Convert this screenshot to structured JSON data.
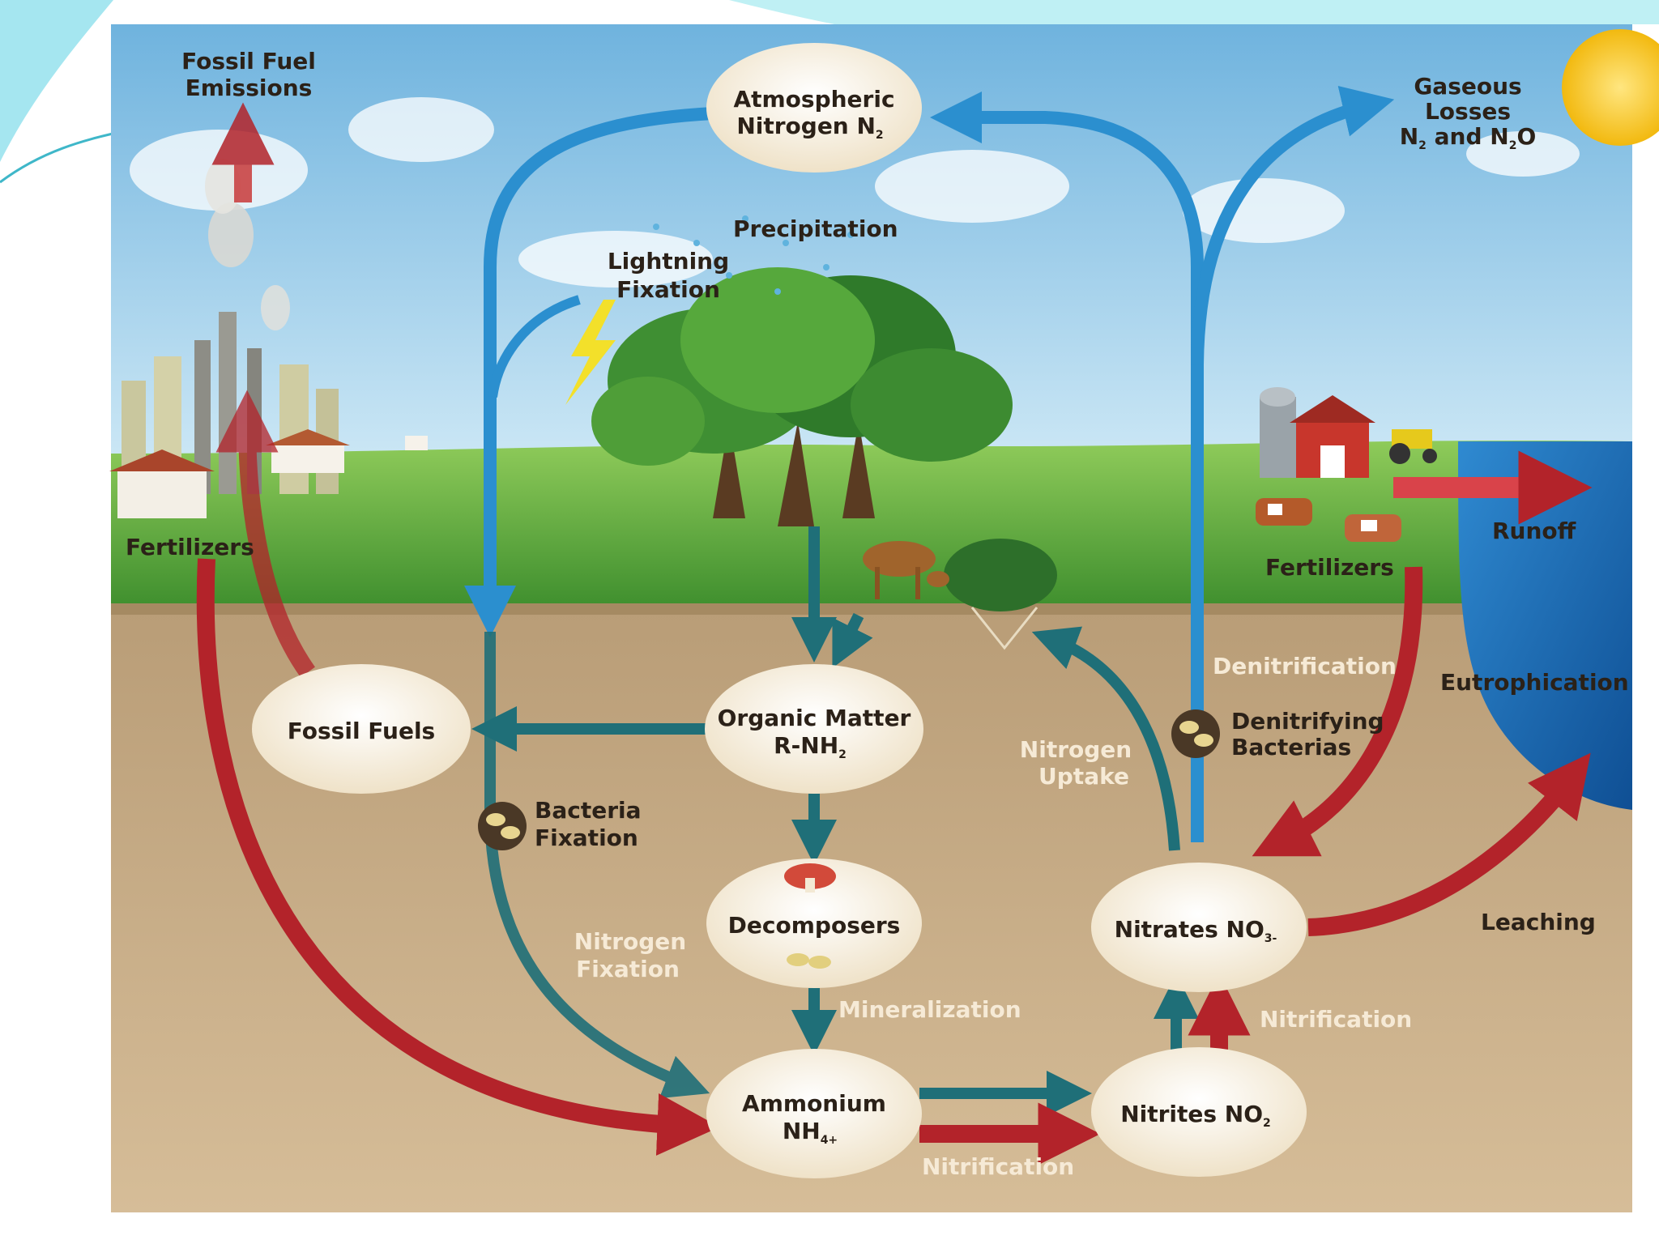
{
  "title": "",
  "nodes": {
    "atmospheric": {
      "line1": "Atmospheric",
      "line2": "Nitrogen N",
      "sub2": "2"
    },
    "fossil_fuels": {
      "line1": "Fossil Fuels"
    },
    "organic": {
      "line1": "Organic Matter",
      "line2": "R-NH",
      "sub2": "2"
    },
    "decomposers": {
      "line1": "Decomposers"
    },
    "ammonium": {
      "line1": "Ammonium",
      "line2": "NH",
      "sub2": "4+"
    },
    "nitrites": {
      "line1": "Nitrites NO",
      "sub1": "2"
    },
    "nitrates": {
      "line1": "Nitrates NO",
      "sub1": "3-"
    }
  },
  "labels": {
    "fossil_fuel_emissions": [
      "Fossil Fuel",
      "Emissions"
    ],
    "gaseous_losses": [
      "Gaseous",
      "Losses"
    ],
    "gaseous_losses_formula": {
      "n": "N",
      "n_sub": "2",
      "and": " and N",
      "n2o_sub": "2",
      "o": "O"
    },
    "precipitation": "Precipitation",
    "lightning_fixation": [
      "Lightning",
      "Fixation"
    ],
    "fertilizers_left": "Fertilizers",
    "fertilizers_right": "Fertilizers",
    "runoff": "Runoff",
    "denitrification": "Denitrification",
    "eutrophication": "Eutrophication",
    "denitrifying_bacterias": [
      "Denitrifying",
      "Bacterias"
    ],
    "nitrogen_uptake": [
      "Nitrogen",
      "Uptake"
    ],
    "bacteria_fixation": [
      "Bacteria",
      "Fixation"
    ],
    "nitrogen_fixation": [
      "Nitrogen",
      "Fixation"
    ],
    "mineralization": "Mineralization",
    "nitrification_upper": "Nitrification",
    "nitrification_lower": "Nitrification",
    "leaching": "Leaching"
  },
  "colors": {
    "sky": "#9fd0ea",
    "grass": "#5fae3c",
    "soil": "#c9ad85",
    "water": "#1f6fb5",
    "blue_arrow": "#2b8fcf",
    "teal_arrow": "#1f6f78",
    "red_arrow": "#b3232a",
    "node_fill": "#fbf3e4"
  }
}
